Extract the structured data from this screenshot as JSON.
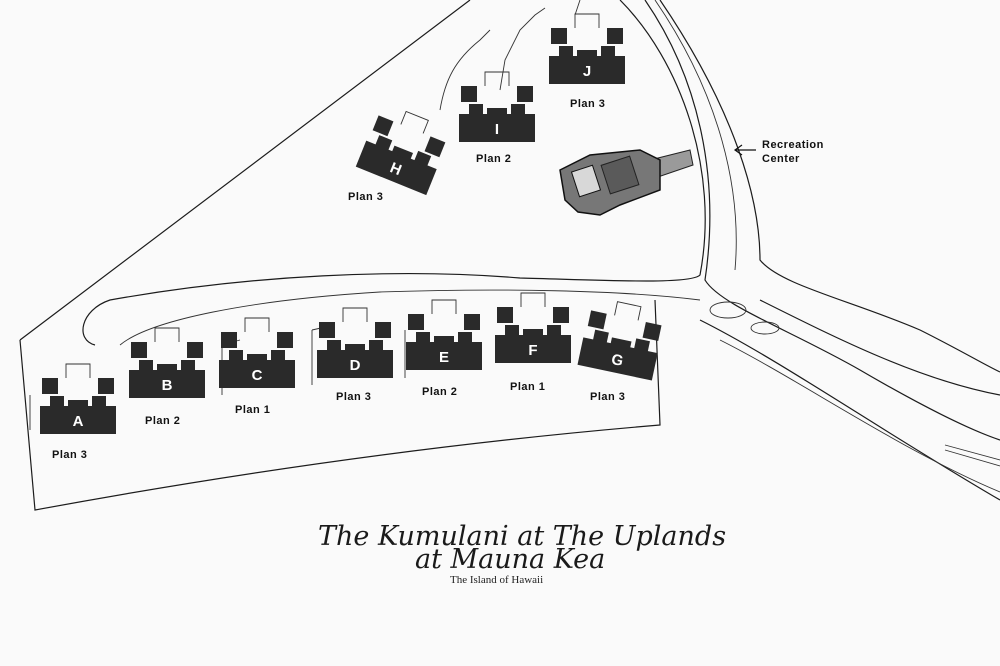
{
  "title": {
    "line1": "The Kumulani at The Uplands",
    "line2": "at Mauna Kea",
    "subtitle": "The Island of Hawaii"
  },
  "recreation": {
    "line1": "Recreation",
    "line2": "Center",
    "arrow": "arrow-left-icon"
  },
  "buildings": [
    {
      "letter": "A",
      "plan": "Plan 3"
    },
    {
      "letter": "B",
      "plan": "Plan 2"
    },
    {
      "letter": "C",
      "plan": "Plan 1"
    },
    {
      "letter": "D",
      "plan": "Plan 3"
    },
    {
      "letter": "E",
      "plan": "Plan 2"
    },
    {
      "letter": "F",
      "plan": "Plan 1"
    },
    {
      "letter": "G",
      "plan": "Plan 3"
    },
    {
      "letter": "H",
      "plan": "Plan 3"
    },
    {
      "letter": "I",
      "plan": "Plan 2"
    },
    {
      "letter": "J",
      "plan": "Plan 3"
    }
  ],
  "colors": {
    "building": "#2a2a2a",
    "paper": "#fafafa",
    "ink": "#1c1c1c"
  }
}
